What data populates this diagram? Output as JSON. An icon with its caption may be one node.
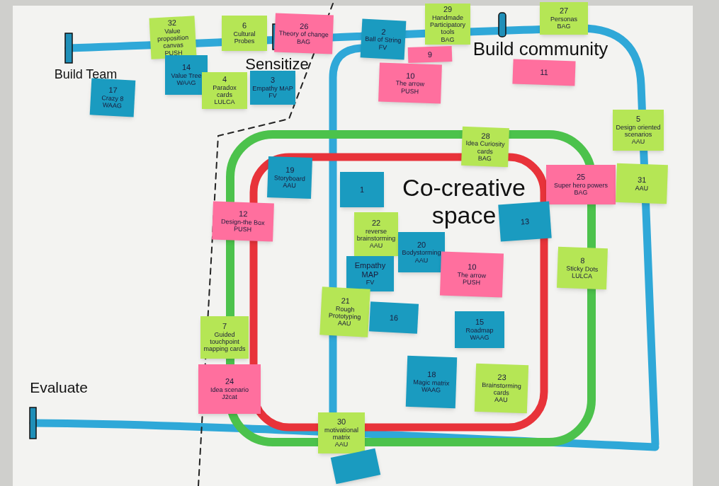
{
  "diagram": {
    "nodes": [
      {
        "text": [
          "32",
          "Value proposition canvas",
          "PUSH"
        ]
      },
      {
        "text": [
          "6",
          "Cultural Probes"
        ]
      },
      {
        "text": [
          "26",
          "Theory of change",
          "BAG"
        ]
      },
      {
        "text": [
          "14",
          "Value Tree",
          "WAAG"
        ]
      },
      {
        "text": [
          "4",
          "Paradox cards",
          "LULCA"
        ]
      },
      {
        "text": [
          "3",
          "Empathy MAP",
          "FV"
        ]
      },
      {
        "text": [
          "17",
          "Crazy 8",
          "WAAG"
        ]
      },
      {
        "text": [
          "2",
          "Ball of String",
          "FV"
        ]
      },
      {
        "text": [
          "29",
          "Handmade Participatory tools",
          "BAG"
        ]
      },
      {
        "text": [
          "9"
        ]
      },
      {
        "text": [
          "27",
          "Personas",
          "BAG"
        ]
      },
      {
        "text": [
          "10",
          "The arrow",
          "PUSH"
        ]
      },
      {
        "text": [
          "11"
        ]
      },
      {
        "text": [
          "5",
          "Design oriented scenarios",
          "AAU"
        ]
      },
      {
        "text": [
          "28",
          "Idea Curiosity cards",
          "BAG"
        ]
      },
      {
        "text": [
          "19",
          "Storyboard",
          "AAU"
        ]
      },
      {
        "text": [
          "1"
        ]
      },
      {
        "text": [
          "25",
          "Super hero powers",
          "BAG"
        ]
      },
      {
        "text": [
          "31",
          "AAU"
        ]
      },
      {
        "text": [
          "12",
          "Design-the Box",
          "PUSH"
        ]
      },
      {
        "text": [
          "13"
        ]
      },
      {
        "text": [
          "22",
          "reverse brainstorming",
          "AAU"
        ]
      },
      {
        "text": [
          "20",
          "Bodystorming",
          "AAU"
        ]
      },
      {
        "text": [
          "Empathy MAP",
          "FV"
        ]
      },
      {
        "text": [
          "10",
          "The arrow",
          "PUSH"
        ]
      },
      {
        "text": [
          "8",
          "Sticky Dots",
          "LULCA"
        ]
      },
      {
        "text": [
          "21",
          "Rough Prototyping",
          "AAU"
        ]
      },
      {
        "text": [
          "16"
        ]
      },
      {
        "text": [
          "15",
          "Roadmap",
          "WAAG"
        ]
      },
      {
        "text": [
          "7",
          "Guided touchpoint mapping cards"
        ]
      },
      {
        "text": [
          "24",
          "Idea scenario",
          "J2cat"
        ]
      },
      {
        "text": [
          "18",
          "Magic matrix",
          "WAAG"
        ]
      },
      {
        "text": [
          "23",
          "Brainstorming cards",
          "AAU"
        ]
      },
      {
        "text": [
          "30",
          "motivational matrix",
          "AAU"
        ]
      },
      {
        "text": [],
        "shape": "box"
      }
    ],
    "labels": [
      "Build Team",
      "Sensitize",
      "Build community",
      "Co-creative space",
      "Evaluate"
    ]
  }
}
